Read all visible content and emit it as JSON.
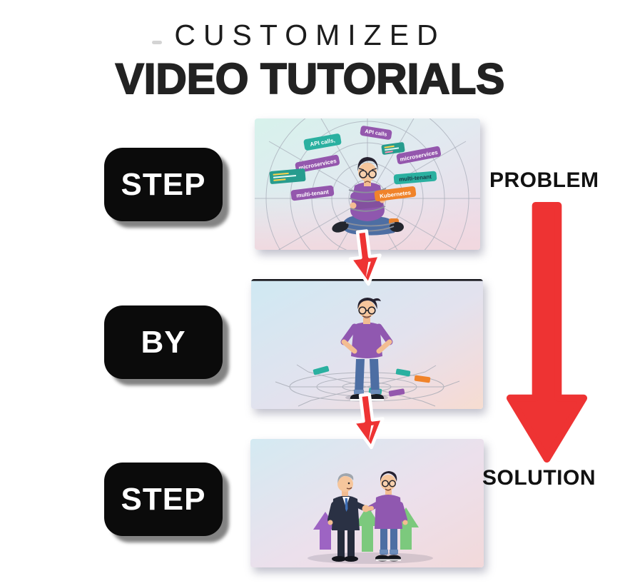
{
  "header": {
    "title_line1": "CUSTOMIZED",
    "title_line2": "VIDEO TUTORIALS"
  },
  "steps": [
    {
      "label": "STEP"
    },
    {
      "label": "BY"
    },
    {
      "label": "STEP"
    }
  ],
  "flow": {
    "problem_label": "PROBLEM",
    "solution_label": "SOLUTION"
  },
  "panels": [
    {
      "name": "developer-tangled-in-web",
      "description": "developer with glasses tied up in a spider web surrounded by tech buzzword tags",
      "tags": [
        {
          "label": "API calls,",
          "color": "teal"
        },
        {
          "label": "API calls",
          "color": "purple"
        },
        {
          "label": "microservices",
          "color": "purple"
        },
        {
          "label": "microservices",
          "color": "purple"
        },
        {
          "label": "multi-tenant",
          "color": "teal"
        },
        {
          "label": "multi-tenant",
          "color": "purple"
        },
        {
          "label": "Kubernetes",
          "color": "orange"
        }
      ]
    },
    {
      "name": "developer-standing-confident",
      "description": "developer standing hands-on-hips over a torn web on the ground"
    },
    {
      "name": "handshake-growth",
      "description": "businessman and developer shaking hands with purple and green growth arrows"
    }
  ],
  "colors": {
    "accent-red": "#ee3333",
    "tag-teal": "#2ab0a0",
    "tag-purple": "#9457ad",
    "tag-orange": "#f0832a",
    "button-black": "#0b0b0b"
  }
}
